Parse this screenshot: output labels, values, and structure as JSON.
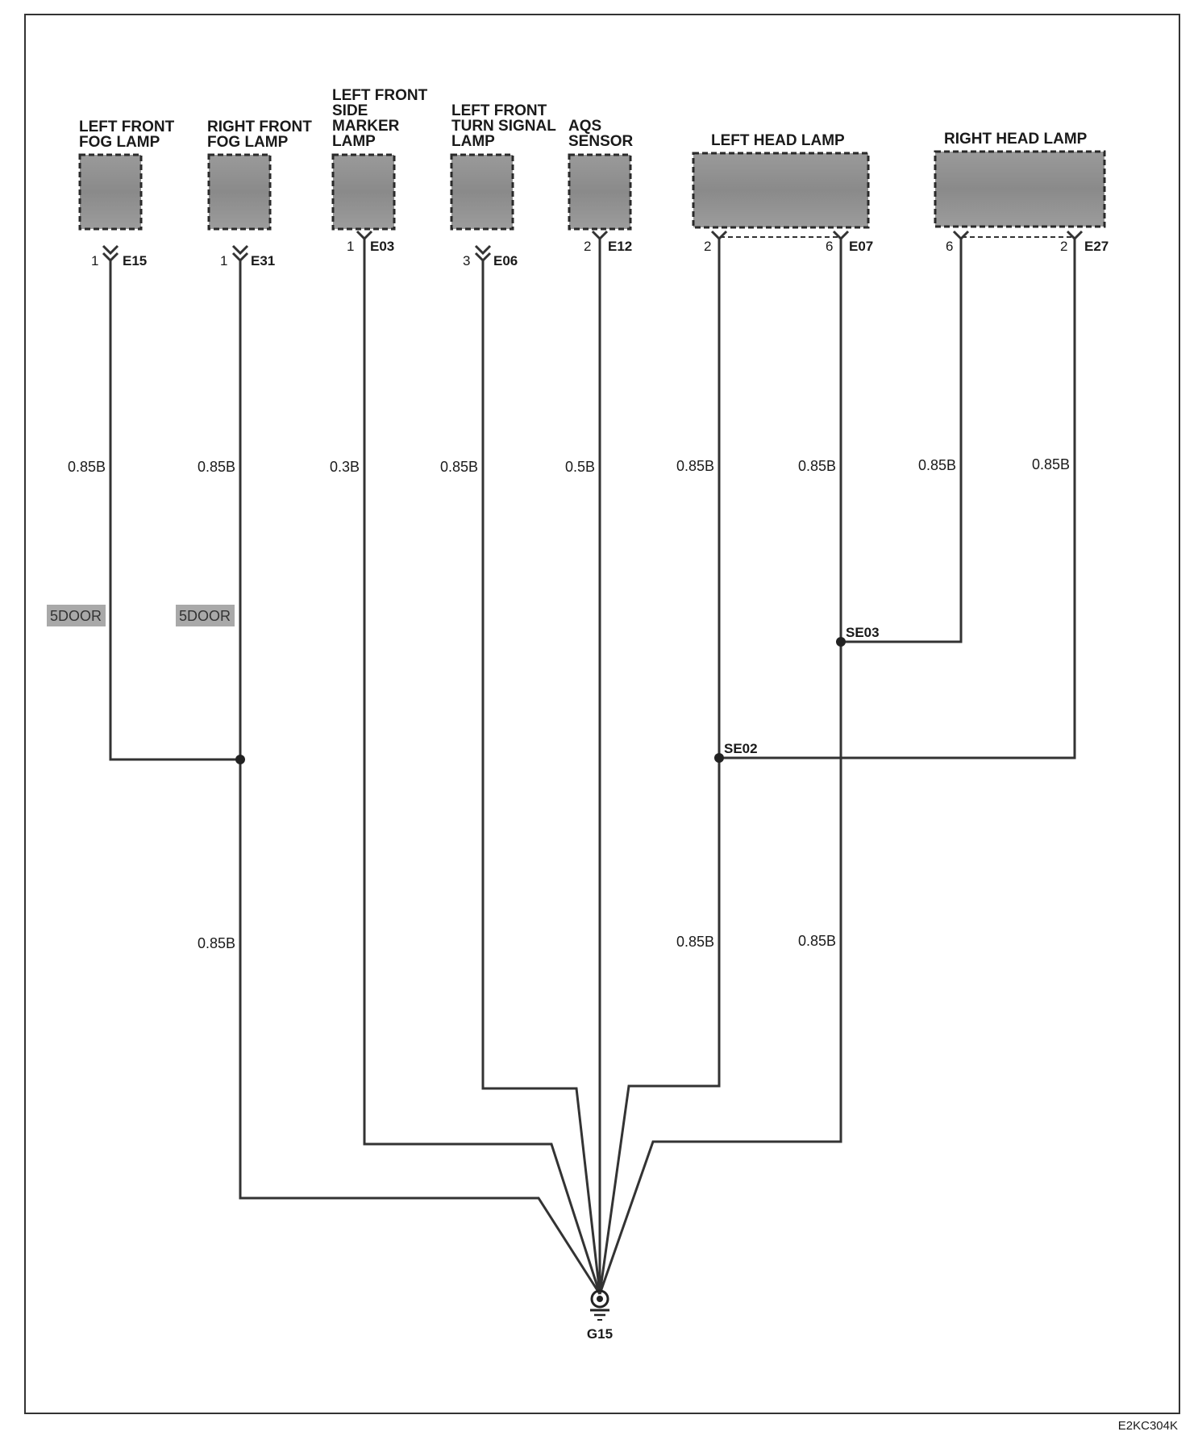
{
  "components": {
    "left_front_fog_lamp": [
      "LEFT FRONT",
      "FOG LAMP"
    ],
    "right_front_fog_lamp": [
      "RIGHT FRONT",
      "FOG LAMP"
    ],
    "left_front_side_marker_lamp": [
      "LEFT FRONT",
      "SIDE",
      "MARKER",
      "LAMP"
    ],
    "left_front_turn_signal_lamp": [
      "LEFT FRONT",
      "TURN SIGNAL",
      "LAMP"
    ],
    "aqs_sensor": [
      "AQS",
      "SENSOR"
    ],
    "left_head_lamp": [
      "LEFT HEAD LAMP"
    ],
    "right_head_lamp": [
      "RIGHT HEAD LAMP"
    ]
  },
  "connectors": {
    "e15": {
      "pin": "1",
      "id": "E15"
    },
    "e31": {
      "pin": "1",
      "id": "E31"
    },
    "e03": {
      "pin": "1",
      "id": "E03"
    },
    "e06": {
      "pin": "3",
      "id": "E06"
    },
    "e12": {
      "pin": "2",
      "id": "E12"
    },
    "e07": {
      "pin_left": "2",
      "pin_right": "6",
      "id": "E07"
    },
    "e27": {
      "pin_left": "6",
      "pin_right": "2",
      "id": "E27"
    }
  },
  "wire_labels": {
    "fog_left_upper": "0.85B",
    "fog_right_upper": "0.85B",
    "marker_upper": "0.3B",
    "turn_upper": "0.85B",
    "aqs_upper": "0.5B",
    "lhead_pin2_upper": "0.85B",
    "lhead_pin6_upper": "0.85B",
    "rhead_pin6_upper": "0.85B",
    "rhead_pin2_upper": "0.85B",
    "fog_lower": "0.85B",
    "se02_lower": "0.85B",
    "se03_lower": "0.85B"
  },
  "options": {
    "left_fog": "5DOOR",
    "right_fog": "5DOOR"
  },
  "splices": {
    "se02": "SE02",
    "se03": "SE03"
  },
  "ground": "G15",
  "figure_code": "E2KC304K"
}
